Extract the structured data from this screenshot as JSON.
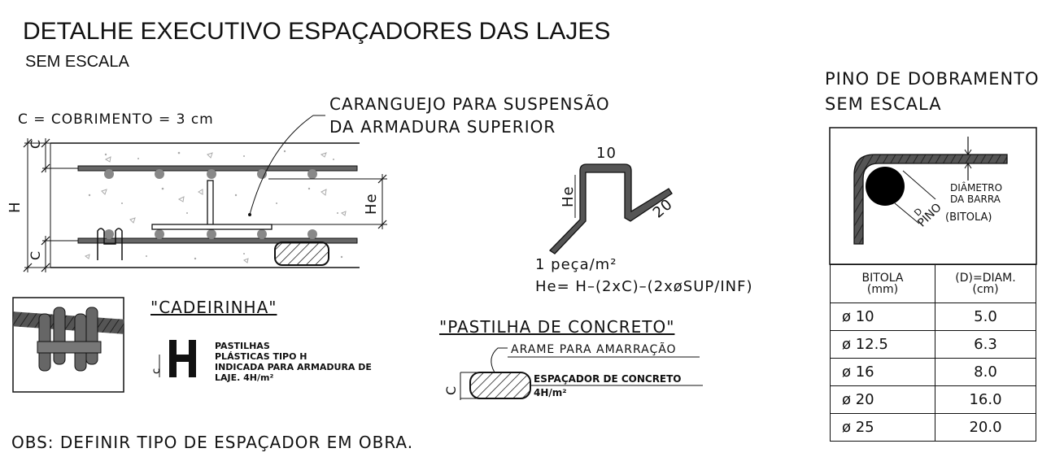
{
  "title": "DETALHE EXECUTIVO ESPAÇADORES DAS LAJES",
  "subtitle": "SEM ESCALA",
  "cobrimento": "C = COBRIMENTO = 3 cm",
  "caranguejo_line1": "CARANGUEJO   PARA   SUSPENSÃO",
  "caranguejo_line2": "DA ARMADURA SUPERIOR",
  "dim_c": "C",
  "dim_h": "H",
  "dim_he": "He",
  "crab_top": "10",
  "crab_side": "He",
  "crab_leg": "20",
  "crab_qty": "1 peça/m²",
  "crab_formula": "He= H–(2xC)–(2xøSUP/INF)",
  "cadeirinha_title": "\"CADEIRINHA\"",
  "pastilhas_l1": "PASTILHAS",
  "pastilhas_l2": "PLÁSTICAS TIPO H",
  "pastilhas_l3": "INDICADA PARA ARMADURA DE",
  "pastilhas_l4": "LAJE. 4H/m²",
  "pastilha_c": "c",
  "pastilha_title": "\"PASTILHA DE CONCRETO\"",
  "arame": "ARAME PARA AMARRAÇÃO",
  "espacador": "ESPAÇADOR DE CONCRETO",
  "espacador_qty": "4H/m²",
  "obs": "OBS: DEFINIR TIPO DE ESPAÇADOR EM OBRA.",
  "pino_title": "PINO DE DOBRAMENTO",
  "pino_subtitle": "SEM ESCALA",
  "diam_l1": "DIÂMETRO",
  "diam_l2": "DA BARRA",
  "diam_l3": "(BITOLA)",
  "pino_label": "PINO",
  "d_label": "D",
  "table": {
    "head": [
      "BITOLA (mm)",
      "(D)=DIAM. (cm)"
    ],
    "head1a": "BITOLA",
    "head1b": "(mm)",
    "head2a": "(D)=DIAM.",
    "head2b": "(cm)",
    "rows": [
      {
        "bitola": "ø  10",
        "diam": "5.0"
      },
      {
        "bitola": "ø  12.5",
        "diam": "6.3"
      },
      {
        "bitola": "ø  16",
        "diam": "8.0"
      },
      {
        "bitola": "ø  20",
        "diam": "16.0"
      },
      {
        "bitola": "ø  25",
        "diam": "20.0"
      }
    ]
  }
}
